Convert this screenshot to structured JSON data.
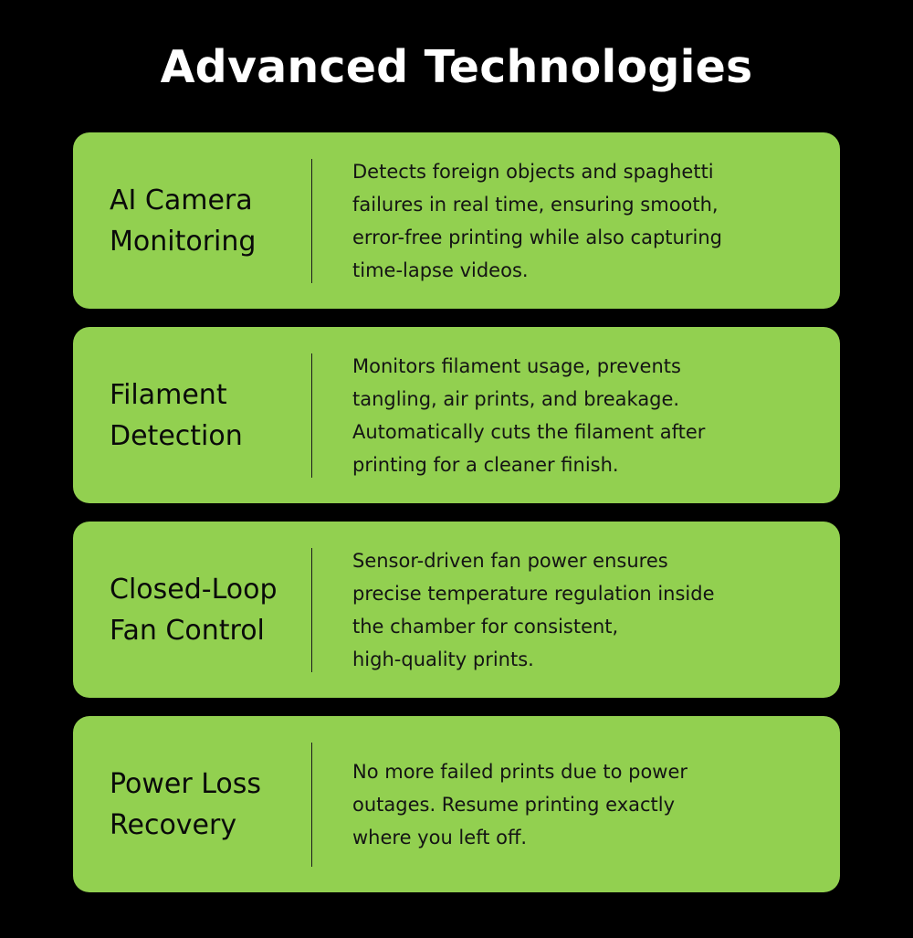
{
  "page": {
    "title": "Advanced Technologies"
  },
  "colors": {
    "background": "#000000",
    "card_background": "#92d050",
    "title_text": "#ffffff",
    "card_text": "#0a0a0a"
  },
  "cards": [
    {
      "title": "AI Camera\nMonitoring",
      "description": "Detects foreign objects and spaghetti\nfailures in real time, ensuring smooth,\nerror-free printing while also capturing\ntime-lapse videos."
    },
    {
      "title": "Filament\nDetection",
      "description": "Monitors filament usage, prevents\ntangling, air prints, and breakage.\nAutomatically cuts the filament after\nprinting for a cleaner finish."
    },
    {
      "title": "Closed-Loop\nFan Control",
      "description": "Sensor-driven fan power ensures\nprecise temperature regulation inside\nthe chamber for consistent,\nhigh-quality prints."
    },
    {
      "title": "Power Loss\nRecovery",
      "description": "No more failed prints due to power\noutages. Resume printing exactly\nwhere you left off."
    }
  ]
}
